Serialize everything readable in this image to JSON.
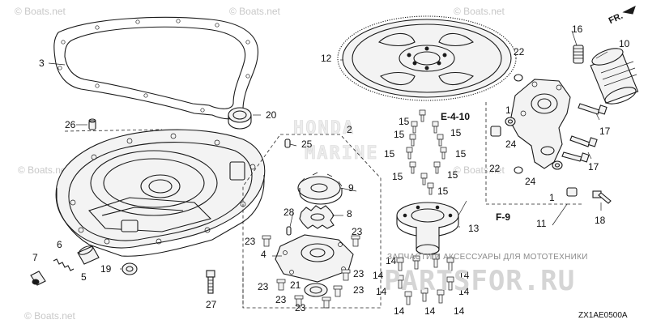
{
  "watermarks": {
    "boats_tl": "© Boats.net",
    "boats_tr": "© Boats.net",
    "boats_ml": "© Boats.net",
    "boats_bl": "© Boats.net",
    "boats_mid": "© Boats.net",
    "honda_line1": "HONDA",
    "honda_line2": "MARINE"
  },
  "shop": {
    "tagline": "ЗАПЧАСТИ И АКСЕССУАРЫ ДЛЯ МОТОТЕХНИКИ",
    "logo": "PARTSFOR.RU"
  },
  "direction_marker": "FR.",
  "references": {
    "e410": "E-4-10",
    "f9": "F-9"
  },
  "diagram_code": "ZX1AE0500A",
  "callouts": {
    "c1": "1",
    "c2": "2",
    "c3": "3",
    "c4": "4",
    "c5": "5",
    "c6": "6",
    "c7": "7",
    "c8": "8",
    "c9": "9",
    "c10": "10",
    "c11": "11",
    "c12": "12",
    "c13": "13",
    "c14": "14",
    "c15": "15",
    "c16": "16",
    "c17": "17",
    "c18": "18",
    "c19": "19",
    "c20": "20",
    "c21": "21",
    "c22": "22",
    "c23": "23",
    "c24": "24",
    "c25": "25",
    "c26": "26",
    "c27": "27",
    "c28": "28"
  }
}
